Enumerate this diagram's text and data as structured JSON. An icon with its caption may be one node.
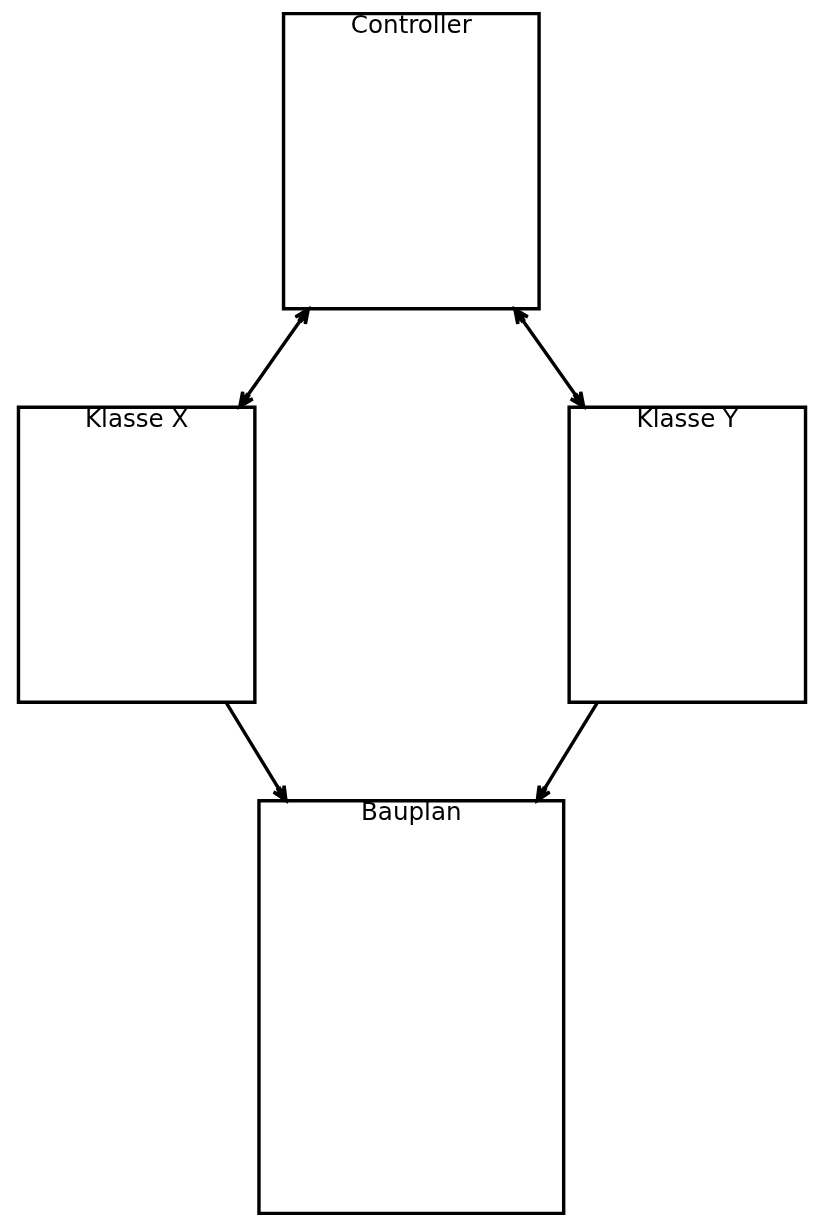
{
  "diagram": {
    "nodes": [
      {
        "text": [
          "Controller"
        ]
      },
      {
        "text": [
          "Klasse X"
        ]
      },
      {
        "text": [
          "Klasse Y"
        ]
      },
      {
        "text": [
          "Bauplan"
        ]
      }
    ],
    "edges": [
      {
        "from": 0,
        "to": 1,
        "arrow": "both"
      },
      {
        "from": 0,
        "to": 2,
        "arrow": "both"
      },
      {
        "from": 1,
        "to": 3,
        "arrow": "to"
      },
      {
        "from": 2,
        "to": 3,
        "arrow": "to"
      }
    ]
  }
}
